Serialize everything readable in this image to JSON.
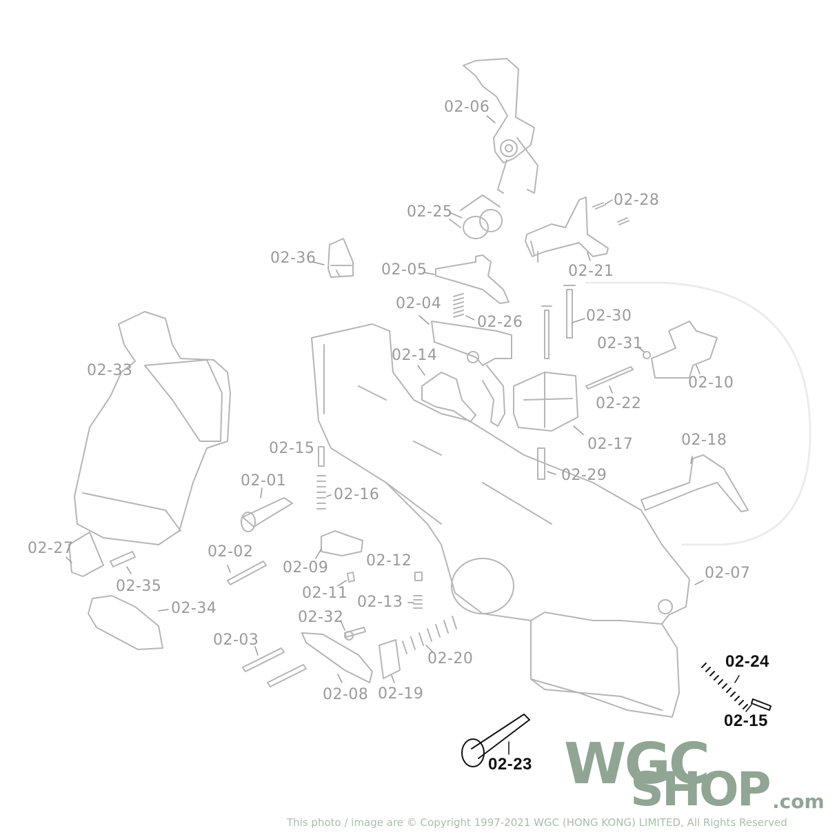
{
  "labels": {
    "p0206": "02-06",
    "p0225": "02-25",
    "p0228": "02-28",
    "p0221": "02-21",
    "p0236": "02-36",
    "p0205": "02-05",
    "p0204": "02-04",
    "p0226": "02-26",
    "p0230": "02-30",
    "p0231": "02-31",
    "p0210": "02-10",
    "p0233": "02-33",
    "p0214": "02-14",
    "p0222": "02-22",
    "p0217": "02-17",
    "p0218": "02-18",
    "p0215a": "02-15",
    "p0229": "02-29",
    "p0201": "02-01",
    "p0216": "02-16",
    "p0227": "02-27",
    "p0202": "02-02",
    "p0209": "02-09",
    "p0212": "02-12",
    "p0207": "02-07",
    "p0235": "02-35",
    "p0211": "02-11",
    "p0213": "02-13",
    "p0234": "02-34",
    "p0232": "02-32",
    "p0203": "02-03",
    "p0220": "02-20",
    "p0224": "02-24",
    "p0208": "02-08",
    "p0219": "02-19",
    "p0215b": "02-15",
    "p0223": "02-23"
  },
  "brand": {
    "line1": "WGC",
    "line2": "SHOP",
    "suffix": ".com",
    "color": "#90a593"
  },
  "copyright": "This photo / image are © Copyright 1997-2021 WGC (HONG KONG) LIMITED, All Rights Reserved",
  "colors": {
    "faded_line": "#b5b5b5",
    "highlight_line": "#111111",
    "faded_label": "#9a9a9a"
  }
}
